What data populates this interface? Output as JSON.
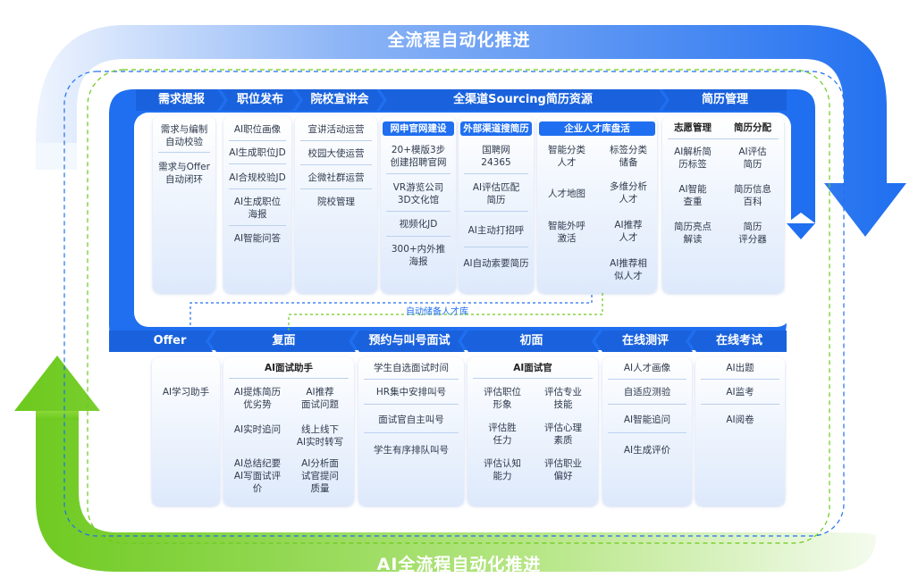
{
  "top_banner": "全流程自动化推进",
  "bottom_banner": "AI全流程自动化推进",
  "pool_label": "自动储备人才库",
  "top_row": [
    {
      "header": "需求提报",
      "items": [
        "需求与编制\n自动校验",
        "需求与Offer\n自动闭环"
      ]
    },
    {
      "header": "职位发布",
      "items": [
        "AI职位画像",
        "AI生成职位JD",
        "AI合规校验JD",
        "AI生成职位\n海报",
        "AI智能问答"
      ]
    },
    {
      "header": "院校宣讲会",
      "items": [
        "宣讲活动运营",
        "校园大使运营",
        "企微社群运营",
        "院校管理"
      ]
    },
    {
      "header": "全渠道Sourcing简历资源",
      "columns": [
        {
          "sub": "网申官网建设",
          "items": [
            "20+模版3步\n创建招聘官网",
            "VR游览公司\n3D文化馆",
            "视频化JD",
            "300+内外推\n海报"
          ]
        },
        {
          "sub": "外部渠道搜简历",
          "items": [
            "国聘网\n24365",
            "AI评估匹配\n简历",
            "AI主动打招呼",
            "AI自动索要简历"
          ]
        },
        {
          "sub": "企业人才库盘活",
          "items_left": [
            "智能分类\n人才",
            "人才地图",
            "智能外呼\n激活"
          ],
          "items_right": [
            "标签分类\n储备",
            "多维分析\n人才",
            "AI推荐\n人才",
            "AI推荐相\n似人才"
          ]
        }
      ]
    },
    {
      "header": "简历管理",
      "sub_left": "志愿管理",
      "sub_right": "简历分配",
      "items_left": [
        "AI解析简\n历标签",
        "AI智能\n查重",
        "简历亮点\n解读"
      ],
      "items_right": [
        "AI评估\n简历",
        "简历信息\n百科",
        "简历\n评分器"
      ]
    }
  ],
  "bottom_row": [
    {
      "header": "Offer",
      "items": [
        "AI学习助手"
      ]
    },
    {
      "header": "复面",
      "sub": "AI面试助手",
      "items_left": [
        "AI提炼简历\n优劣势",
        "AI实时追问",
        "AI总结纪要\nAI写面试评\n价"
      ],
      "items_right": [
        "AI推荐\n面试问题",
        "线上线下\nAI实时转写",
        "AI分析面\n试官提问\n质量"
      ]
    },
    {
      "header": "预约与叫号面试",
      "items": [
        "学生自选面试时间",
        "HR集中安排叫号",
        "面试官自主叫号",
        "学生有序排队叫号"
      ]
    },
    {
      "header": "初面",
      "sub": "AI面试官",
      "items_left": [
        "评估职位\n形象",
        "评估胜\n任力",
        "评估认知\n能力"
      ],
      "items_right": [
        "评估专业\n技能",
        "评估心理\n素质",
        "评估职业\n偏好"
      ]
    },
    {
      "header": "在线测评",
      "items": [
        "AI人才画像",
        "自适应测验",
        "AI智能追问",
        "AI生成评价"
      ]
    },
    {
      "header": "在线考试",
      "items": [
        "AI出题",
        "AI监考",
        "AI阅卷"
      ]
    }
  ],
  "colors": {
    "blue": "#1f6ff0",
    "green": "#7dd321",
    "card_top": "#ffffff",
    "card_bottom": "#dde9fb"
  }
}
